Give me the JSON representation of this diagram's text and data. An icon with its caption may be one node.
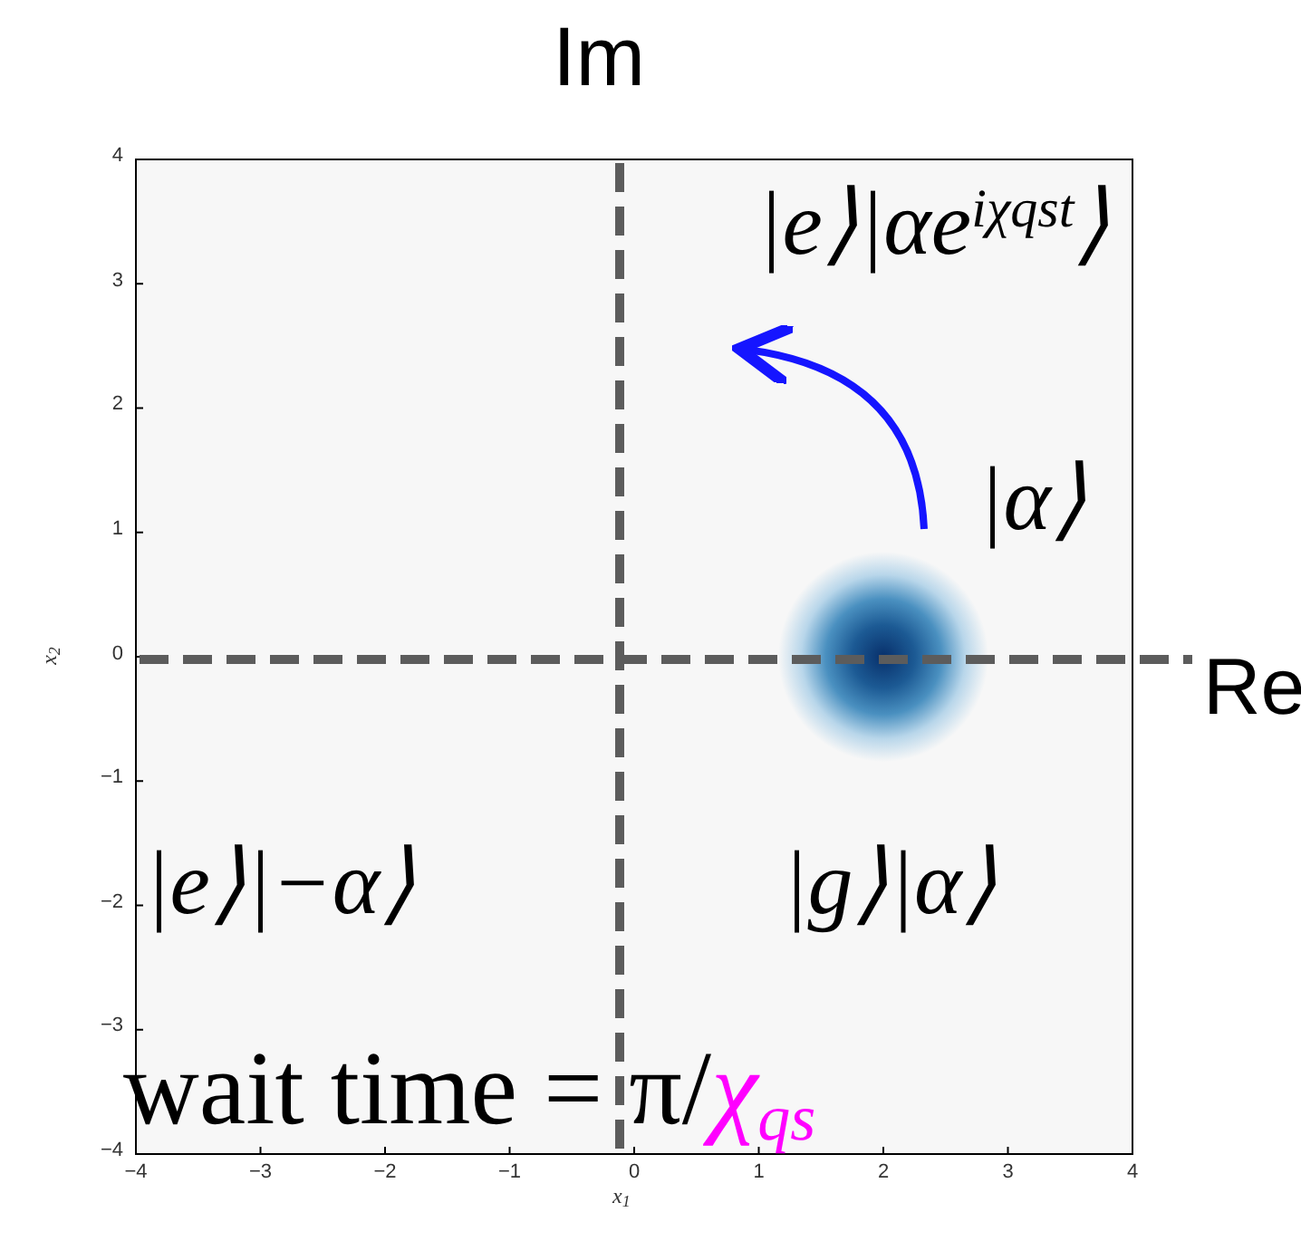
{
  "diagram": {
    "labels": [
      "Im",
      "|e⟩|αe$^{iχqst}$⟩",
      "|α⟩",
      "Re",
      "|e⟩|−α⟩",
      "|g⟩|α⟩",
      "wait time = π/",
      "χ$_{qs}$",
      "4",
      "3",
      "2",
      "1",
      "0",
      "−1",
      "−2",
      "−3",
      "−4",
      "−4",
      "−3",
      "−2",
      "−1",
      "0",
      "1",
      "2",
      "3",
      "4",
      "x$_{1}$",
      "x$_{2}$"
    ]
  }
}
